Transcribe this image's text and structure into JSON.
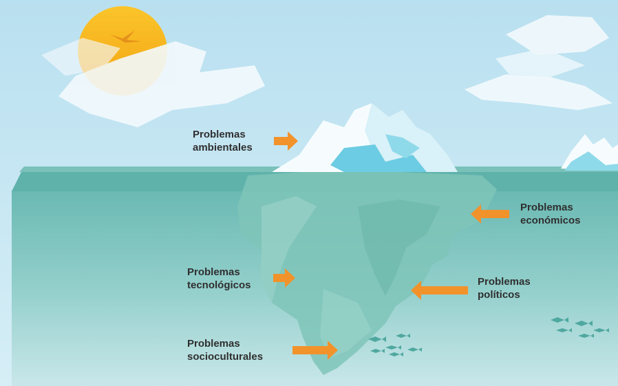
{
  "colors": {
    "sky_top": "#bfe3f1",
    "sky_bottom": "#d9eff7",
    "water_surface": "#5fb5ad",
    "water_deep": "#8ccac7",
    "ice_top": "#f4fbfd",
    "ice_shadow": "#7fd0e3",
    "ice_underwater": "#7cc3b6",
    "sun": "#f7b51c",
    "arrow": "#f2922b",
    "label_text": "#2f2f2f",
    "fish": "#4ea9a0"
  },
  "labels": {
    "ambientales": {
      "line1": "Problemas",
      "line2": "ambientales"
    },
    "economicos": {
      "line1": "Problemas",
      "line2": "económicos"
    },
    "tecnologicos": {
      "line1": "Problemas",
      "line2": "tecnológicos"
    },
    "politicos": {
      "line1": "Problemas",
      "line2": "políticos"
    },
    "socioculturales": {
      "line1": "Problemas",
      "line2": "socioculturales"
    }
  }
}
